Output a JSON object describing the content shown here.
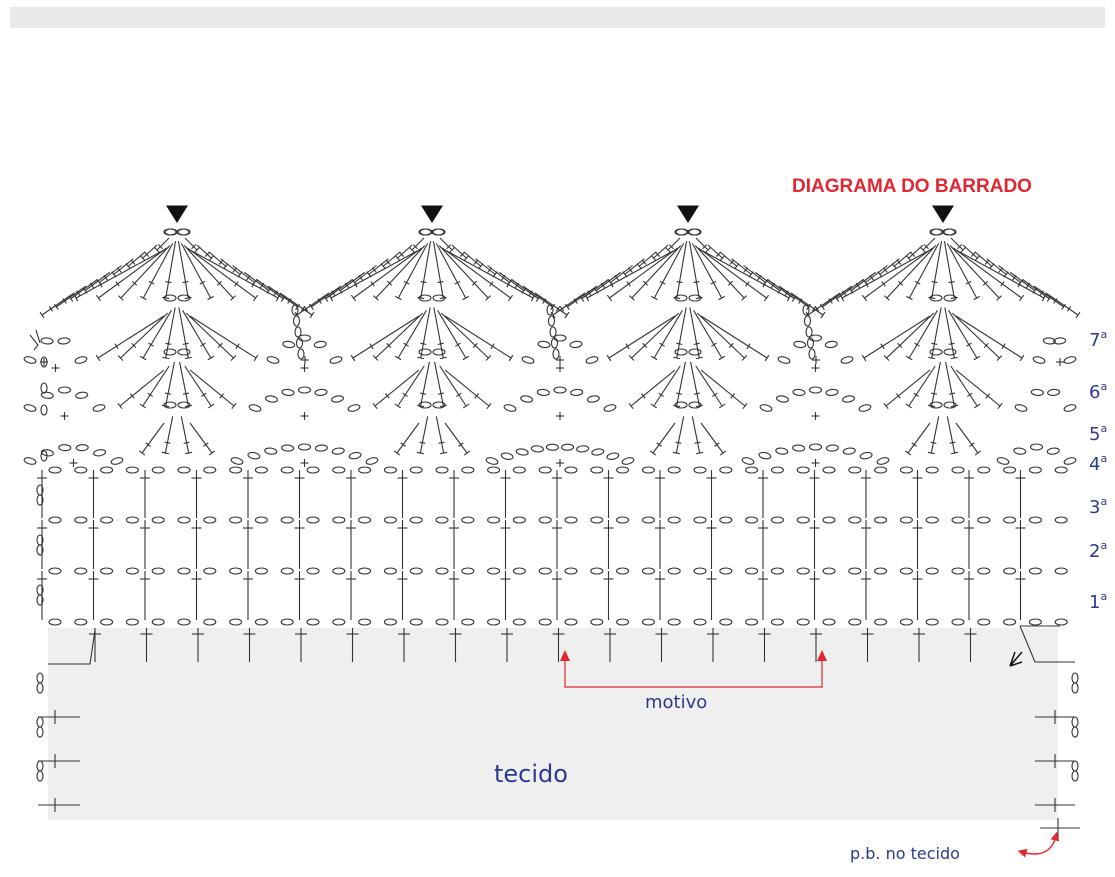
{
  "title": "DIAGRAMA DO BARRADO",
  "rows": [
    {
      "num": "1",
      "sup": "a"
    },
    {
      "num": "2",
      "sup": "a"
    },
    {
      "num": "3",
      "sup": "a"
    },
    {
      "num": "4",
      "sup": "a"
    },
    {
      "num": "5",
      "sup": "a"
    },
    {
      "num": "6",
      "sup": "a"
    },
    {
      "num": "7",
      "sup": "a"
    }
  ],
  "labels": {
    "fabric": "tecido",
    "motif": "motivo",
    "single_crochet": "p.b. no tecido"
  },
  "colors": {
    "title": "#e3262f",
    "labels": "#2b3a8f",
    "arrows": "#e3262f",
    "fabric": "#efeff0",
    "stitches": "#333333"
  },
  "motif_count": 4
}
